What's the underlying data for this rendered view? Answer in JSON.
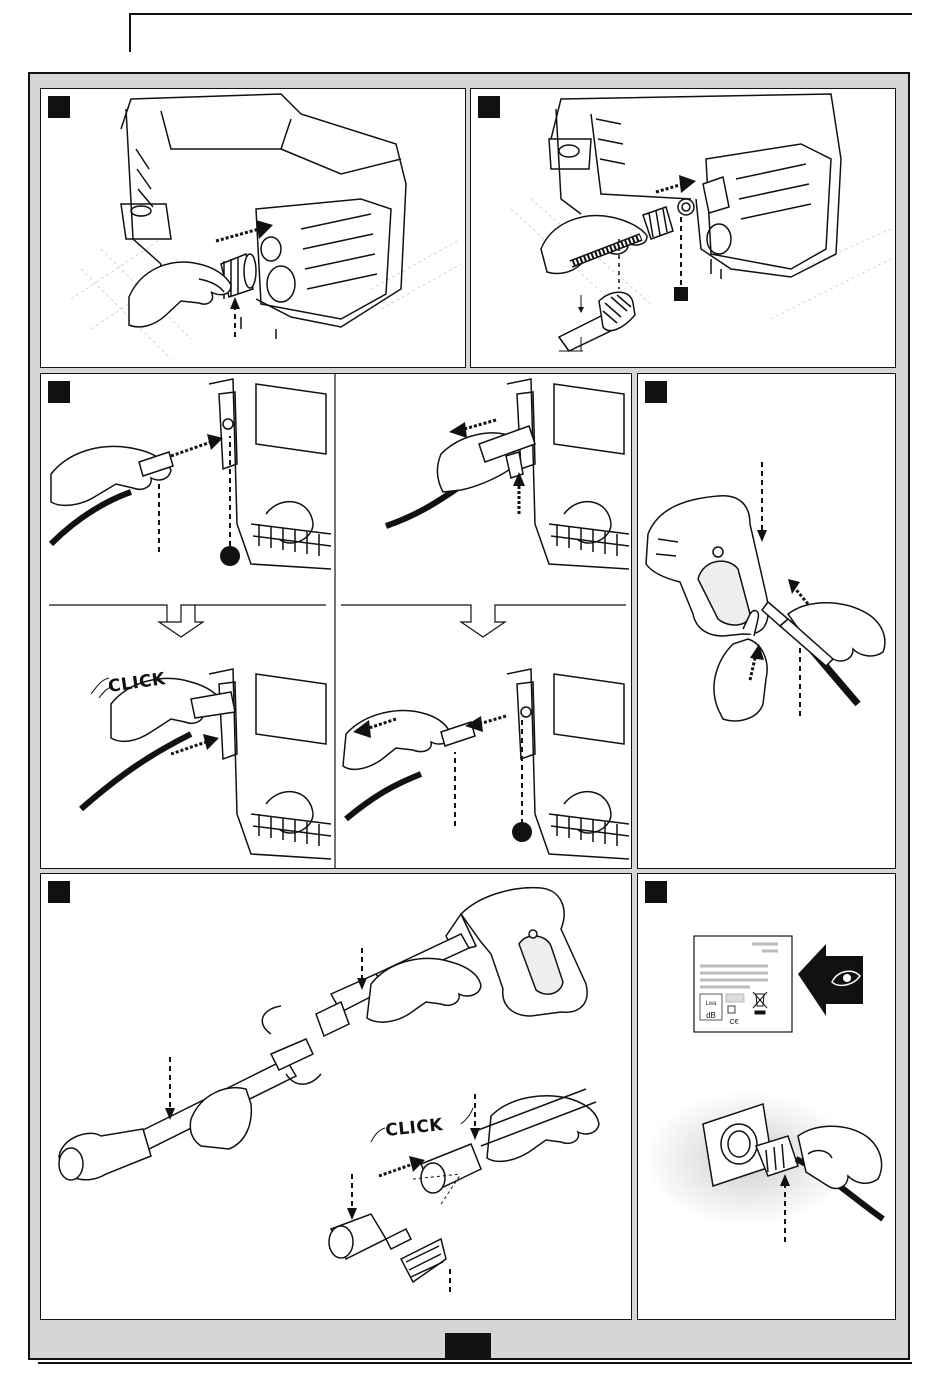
{
  "steps": {
    "s3": {
      "click_label": "CLICK"
    },
    "s5": {
      "click_label": "CLICK"
    }
  },
  "icons": [
    "hand-icon",
    "arrow-icon",
    "eye-icon",
    "plug-icon",
    "label-plate-icon",
    "ce-mark-icon",
    "weee-bin-icon"
  ],
  "label_plate": {
    "db_text": "dB",
    "ce_text": "C€",
    "lwa_text": "Lwa"
  },
  "colors": {
    "ink": "#111111",
    "panel": "#ffffff",
    "frame": "#d6d6d6",
    "grid": "#bdbdbd"
  }
}
